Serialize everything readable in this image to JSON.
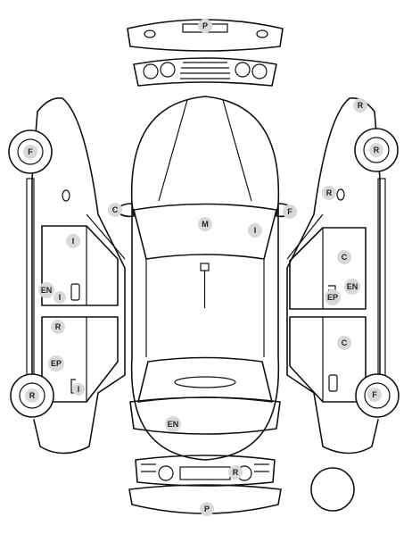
{
  "colors": {
    "line": "#111111",
    "marker_fill": "#d9d9d9",
    "marker_text": "#222222",
    "background": "#ffffff"
  },
  "markers": {
    "front_bumper_p": "P",
    "rear_bumper_p": "P",
    "hood_m": "M",
    "windshield_i": "I",
    "mirror_left_c": "C",
    "mirror_right_f": "F",
    "trunk_en": "EN",
    "rear_r": "R",
    "left_front_wheel_f": "F",
    "left_rear_wheel_r": "R",
    "left_front_door_i": "I",
    "left_front_door_en": "EN",
    "left_front_door_i2": "I",
    "left_rear_door_r": "R",
    "left_rear_door_ep": "EP",
    "left_rear_door_i": "I",
    "right_top_r": "R",
    "right_front_wheel_r": "R",
    "right_fuel_r": "R",
    "right_front_door_c": "C",
    "right_front_door_ep": "EP",
    "right_front_door_en": "EN",
    "right_rear_door_c": "C",
    "right_rear_wheel_f": "F"
  }
}
